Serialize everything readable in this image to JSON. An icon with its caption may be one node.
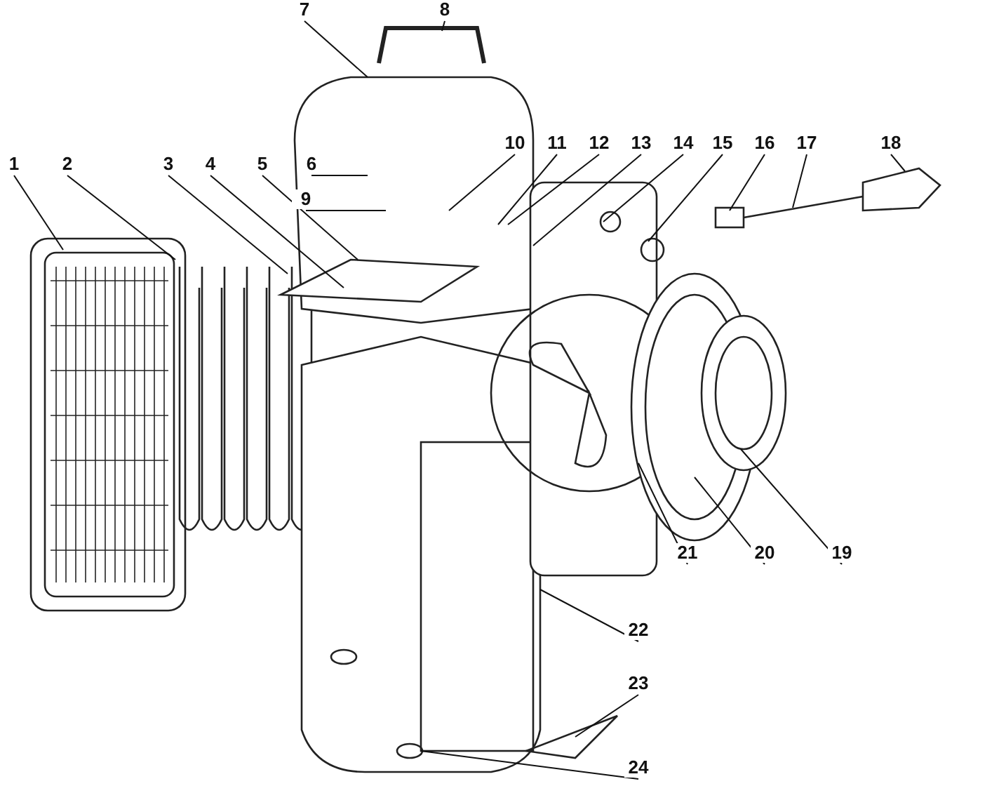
{
  "diagram": {
    "nodes": [
      {
        "text": [
          "1"
        ]
      },
      {
        "text": [
          "2"
        ]
      },
      {
        "text": [
          "3"
        ]
      },
      {
        "text": [
          "4"
        ]
      },
      {
        "text": [
          "5"
        ]
      },
      {
        "text": [
          "6"
        ]
      },
      {
        "text": [
          "7"
        ]
      },
      {
        "text": [
          "8"
        ]
      },
      {
        "text": [
          "9"
        ]
      },
      {
        "text": [
          "10"
        ]
      },
      {
        "text": [
          "11"
        ]
      },
      {
        "text": [
          "12"
        ]
      },
      {
        "text": [
          "13"
        ]
      },
      {
        "text": [
          "14"
        ]
      },
      {
        "text": [
          "15"
        ]
      },
      {
        "text": [
          "16"
        ]
      },
      {
        "text": [
          "17"
        ]
      },
      {
        "text": [
          "18"
        ]
      },
      {
        "text": [
          "19"
        ]
      },
      {
        "text": [
          "20"
        ]
      },
      {
        "text": [
          "21"
        ]
      },
      {
        "text": [
          "22"
        ]
      },
      {
        "text": [
          "23"
        ]
      },
      {
        "text": [
          "24"
        ]
      }
    ],
    "edges": [
      {
        "from": 0,
        "to": null,
        "arrow": "none"
      },
      {
        "from": 1,
        "to": null,
        "arrow": "none"
      },
      {
        "from": 2,
        "to": null,
        "arrow": "none"
      },
      {
        "from": 3,
        "to": null,
        "arrow": "none"
      },
      {
        "from": 4,
        "to": null,
        "arrow": "none"
      },
      {
        "from": 5,
        "to": null,
        "arrow": "none"
      },
      {
        "from": 6,
        "to": null,
        "arrow": "none"
      },
      {
        "from": 7,
        "to": null,
        "arrow": "none"
      },
      {
        "from": 8,
        "to": null,
        "arrow": "none"
      },
      {
        "from": 9,
        "to": null,
        "arrow": "none"
      },
      {
        "from": 10,
        "to": null,
        "arrow": "none"
      },
      {
        "from": 11,
        "to": null,
        "arrow": "none"
      },
      {
        "from": 12,
        "to": null,
        "arrow": "none"
      },
      {
        "from": 13,
        "to": null,
        "arrow": "none"
      },
      {
        "from": 14,
        "to": null,
        "arrow": "none"
      },
      {
        "from": 15,
        "to": null,
        "arrow": "none"
      },
      {
        "from": 16,
        "to": null,
        "arrow": "none"
      },
      {
        "from": 17,
        "to": null,
        "arrow": "none"
      },
      {
        "from": 18,
        "to": null,
        "arrow": "none"
      },
      {
        "from": 19,
        "to": null,
        "arrow": "none"
      },
      {
        "from": 20,
        "to": null,
        "arrow": "none"
      },
      {
        "from": 21,
        "to": null,
        "arrow": "none"
      },
      {
        "from": 22,
        "to": null,
        "arrow": "none"
      },
      {
        "from": 23,
        "to": null,
        "arrow": "none"
      }
    ]
  }
}
